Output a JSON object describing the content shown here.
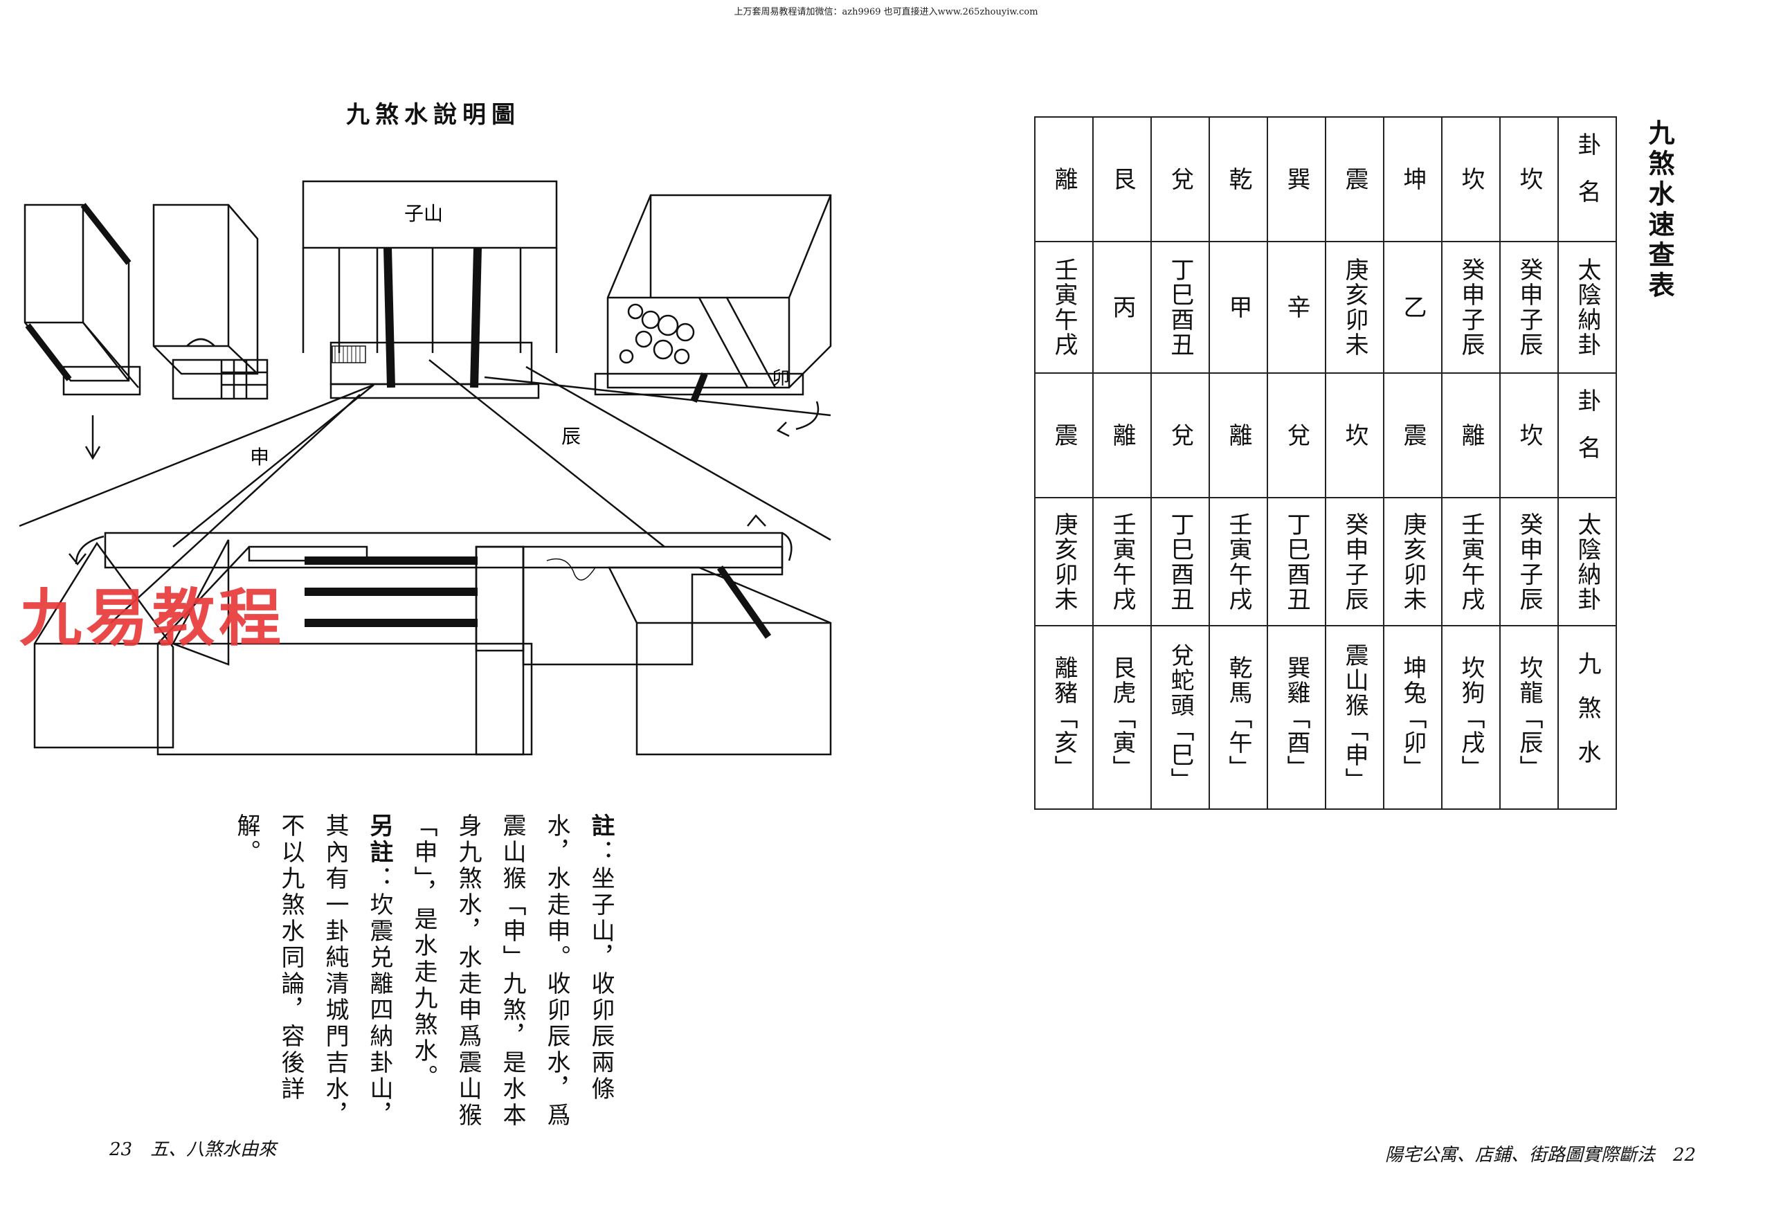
{
  "top_banner": "上万套周易教程请加微信：azh9969   也可直接进入www.265zhouyiw.com",
  "figure": {
    "title": "九煞水說明圖",
    "labels": {
      "mountain": "子山",
      "shen": "申",
      "chen": "辰",
      "mao": "卯"
    }
  },
  "watermark": "九易教程",
  "notes": [
    {
      "prefix": "註",
      "text": "：坐子山，收卯辰兩條水，水走申。收卯辰水，爲震山猴「申」九煞，是水本身九煞水，水走申爲震山猴「申」，是水走九煞水。"
    },
    {
      "prefix": "另註",
      "text": "：坎震兑離四納卦山，其內有一卦純清城門吉水，不以九煞水同論，容後詳解。"
    }
  ],
  "footer_left": "23　五、八煞水由來",
  "footer_right": "陽宅公寓、店鋪、街路圖實際斷法　22",
  "table": {
    "title": "九煞水速查表",
    "row_headers": [
      "卦名",
      "太陰納卦",
      "卦名",
      "太陰納卦",
      "九煞水"
    ],
    "columns": [
      [
        "坎",
        "癸申子辰",
        "坎",
        "癸申子辰",
        "坎龍「辰」"
      ],
      [
        "坎",
        "癸申子辰",
        "離",
        "壬寅午戌",
        "坎狗「戌」"
      ],
      [
        "坤",
        "乙",
        "震",
        "庚亥卯未",
        "坤兔「卯」"
      ],
      [
        "震",
        "庚亥卯未",
        "坎",
        "癸申子辰",
        "震山猴「申」"
      ],
      [
        "巽",
        "辛",
        "兌",
        "丁巳酉丑",
        "巽雞「酉」"
      ],
      [
        "乾",
        "甲",
        "離",
        "壬寅午戌",
        "乾馬「午」"
      ],
      [
        "兌",
        "丁巳酉丑",
        "兌",
        "丁巳酉丑",
        "兌蛇頭「巳」"
      ],
      [
        "艮",
        "丙",
        "離",
        "壬寅午戌",
        "艮虎「寅」"
      ],
      [
        "離",
        "壬寅午戌",
        "震",
        "庚亥卯未",
        "離豬「亥」"
      ]
    ]
  }
}
